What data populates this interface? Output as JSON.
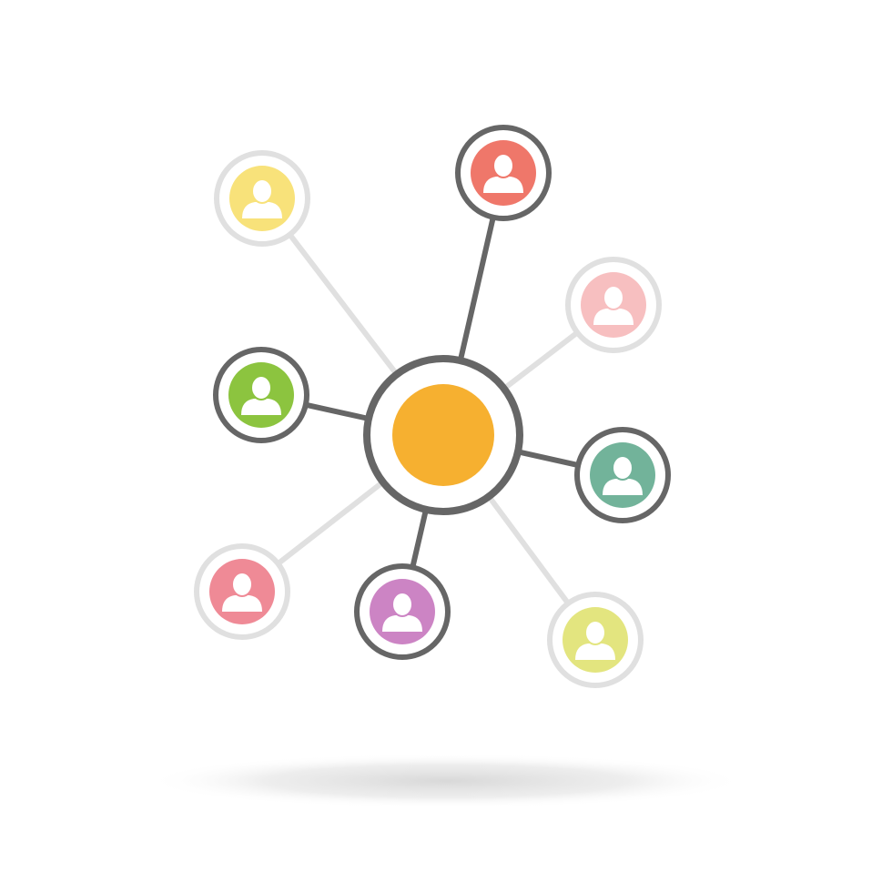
{
  "diagram": {
    "type": "network-hub",
    "hub": {
      "fill": "#f6b030",
      "ring": "#666666"
    },
    "colors": {
      "active_stroke": "#666666",
      "inactive_stroke": "#e0e0e0",
      "person_glyph": "#ffffff",
      "shadow": "#dddddd"
    },
    "nodes": [
      {
        "id": "yellow-user",
        "color": "#f8e27a",
        "status": "inactive",
        "icon": "person-icon"
      },
      {
        "id": "red-user",
        "color": "#ef776a",
        "status": "active",
        "icon": "person-icon"
      },
      {
        "id": "pink-user",
        "color": "#f7bfc0",
        "status": "inactive",
        "icon": "person-icon"
      },
      {
        "id": "green-user",
        "color": "#8cc43f",
        "status": "active",
        "icon": "person-icon"
      },
      {
        "id": "teal-user",
        "color": "#72b39a",
        "status": "active",
        "icon": "person-icon"
      },
      {
        "id": "rose-user",
        "color": "#ef8a96",
        "status": "inactive",
        "icon": "person-icon"
      },
      {
        "id": "purple-user",
        "color": "#cc84c4",
        "status": "active",
        "icon": "person-icon"
      },
      {
        "id": "lime-user",
        "color": "#e3e57f",
        "status": "inactive",
        "icon": "person-icon"
      }
    ]
  }
}
